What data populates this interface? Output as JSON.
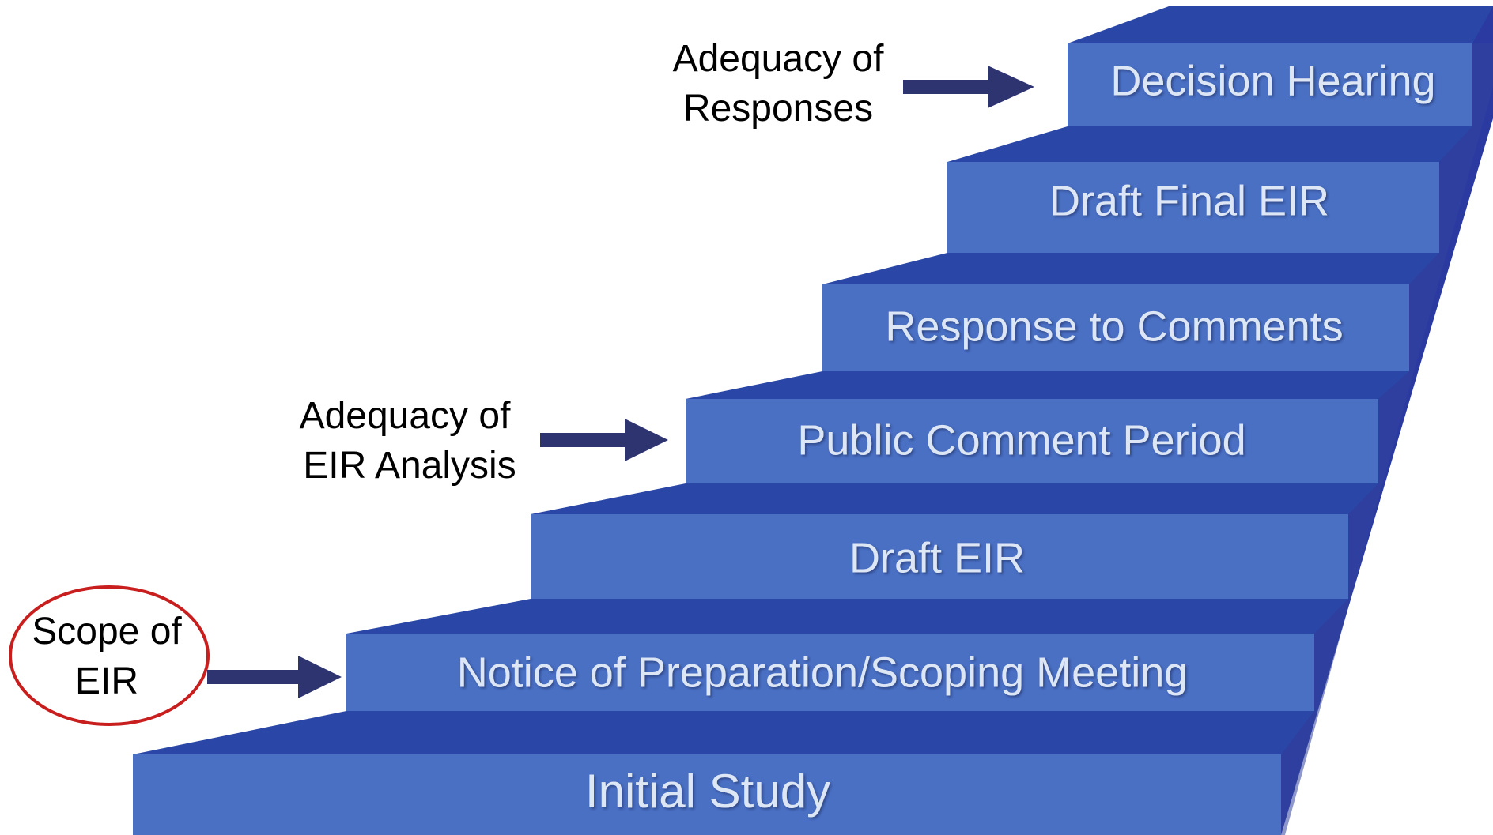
{
  "steps": [
    {
      "label": "Initial Study"
    },
    {
      "label": "Notice of Preparation/Scoping Meeting"
    },
    {
      "label": "Draft EIR"
    },
    {
      "label": "Public Comment Period"
    },
    {
      "label": "Response to Comments"
    },
    {
      "label": "Draft Final EIR"
    },
    {
      "label": "Decision Hearing"
    }
  ],
  "annotations": {
    "scope": {
      "line1": "Scope of",
      "line2": "EIR"
    },
    "analysis": {
      "line1": "Adequacy of",
      "line2": "EIR Analysis"
    },
    "responses": {
      "line1": "Adequacy of",
      "line2": "Responses"
    }
  },
  "colors": {
    "step_face": "#4a70c4",
    "step_tread": "#2a46a6",
    "stair_side": "#2b3aa0",
    "arrow": "#2e3470",
    "circle": "#c81e1e",
    "label_text": "#dde6f5"
  }
}
